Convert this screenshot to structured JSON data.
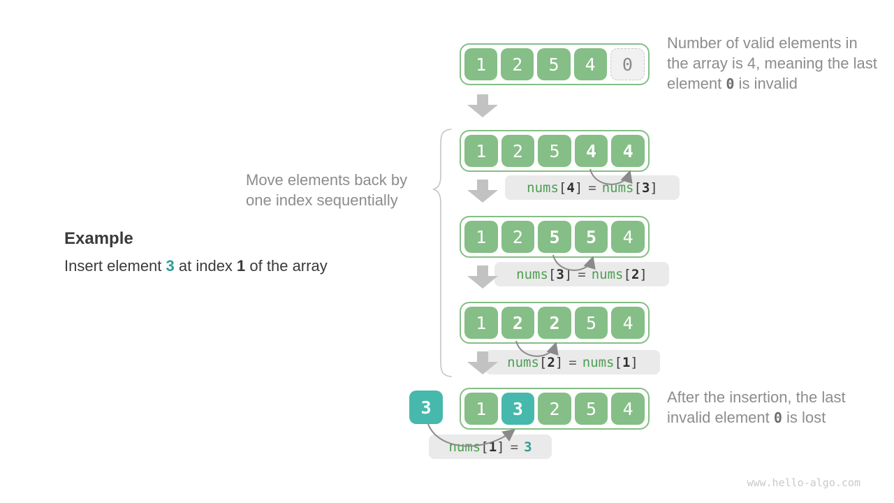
{
  "example": {
    "heading": "Example",
    "line": {
      "p1": "Insert element ",
      "v1": "3",
      "p2": " at index ",
      "v2": "1",
      "p3": " of the array"
    }
  },
  "notes": {
    "top": {
      "pre": "Number of valid elements in the array is 4, meaning the last element ",
      "code": "0",
      "post": " is invalid"
    },
    "move": "Move elements back by one index sequentially",
    "bottom": {
      "pre": "After the insertion, the last invalid element ",
      "code": "0",
      "post": " is lost"
    }
  },
  "arrays": [
    {
      "cells": [
        {
          "v": "1"
        },
        {
          "v": "2"
        },
        {
          "v": "5"
        },
        {
          "v": "4"
        },
        {
          "v": "0"
        }
      ]
    },
    {
      "cells": [
        {
          "v": "1"
        },
        {
          "v": "2"
        },
        {
          "v": "5"
        },
        {
          "v": "4"
        },
        {
          "v": "4"
        }
      ]
    },
    {
      "cells": [
        {
          "v": "1"
        },
        {
          "v": "2"
        },
        {
          "v": "5"
        },
        {
          "v": "5"
        },
        {
          "v": "4"
        }
      ]
    },
    {
      "cells": [
        {
          "v": "1"
        },
        {
          "v": "2"
        },
        {
          "v": "2"
        },
        {
          "v": "5"
        },
        {
          "v": "4"
        }
      ]
    },
    {
      "cells": [
        {
          "v": "1"
        },
        {
          "v": "3"
        },
        {
          "v": "2"
        },
        {
          "v": "5"
        },
        {
          "v": "4"
        }
      ]
    }
  ],
  "inserted": {
    "v": "3"
  },
  "labels": [
    {
      "fn1": "nums",
      "ob1": "[",
      "i1": "4",
      "cb1": "]",
      "eq": "=",
      "fn2": "nums",
      "ob2": "[",
      "i2": "3",
      "cb2": "]"
    },
    {
      "fn1": "nums",
      "ob1": "[",
      "i1": "3",
      "cb1": "]",
      "eq": "=",
      "fn2": "nums",
      "ob2": "[",
      "i2": "2",
      "cb2": "]"
    },
    {
      "fn1": "nums",
      "ob1": "[",
      "i1": "2",
      "cb1": "]",
      "eq": "=",
      "fn2": "nums",
      "ob2": "[",
      "i2": "1",
      "cb2": "]"
    },
    {
      "fn1": "nums",
      "ob1": "[",
      "i1": "1",
      "cb1": "]",
      "eq": "=",
      "val": "3"
    }
  ],
  "watermark": "www.hello-algo.com",
  "colors": {
    "cell_green": "#85BE86",
    "cell_teal": "#47B8AC",
    "invalid_bg": "#F1F1F1",
    "invalid_border": "#C9C9C9",
    "invalid_text": "#8A8A8A",
    "label_bg": "#EAEAEA",
    "code_green": "#4E9E51",
    "code_teal": "#2E9E94",
    "gray_text": "#8C8C8C",
    "dark_text": "#3A3A3A",
    "block_arrow": "#C2C2C2",
    "curve_arrow": "#8A8A8A",
    "brace": "#C4C4C4",
    "watermark_text": "#C9C9C9"
  }
}
